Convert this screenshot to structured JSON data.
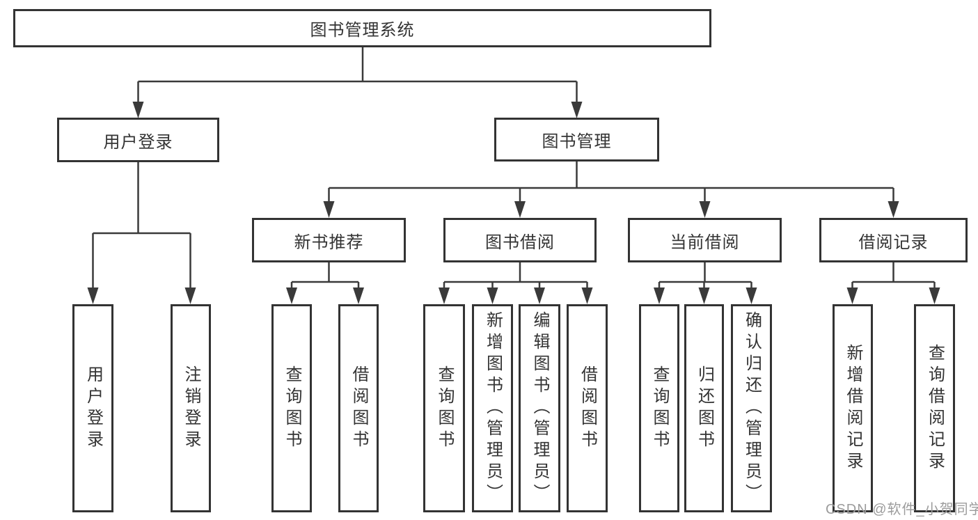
{
  "tree": {
    "root": {
      "label": "图书管理系统"
    },
    "branches": [
      {
        "label": "用户登录",
        "children": [
          {
            "label": "用户登录"
          },
          {
            "label": "注销登录"
          }
        ]
      },
      {
        "label": "图书管理",
        "children": [
          {
            "label": "新书推荐",
            "children": [
              {
                "label": "查询图书"
              },
              {
                "label": "借阅图书"
              }
            ]
          },
          {
            "label": "图书借阅",
            "children": [
              {
                "label": "查询图书"
              },
              {
                "label": "新增图书（管理员）"
              },
              {
                "label": "编辑图书（管理员）"
              },
              {
                "label": "借阅图书"
              }
            ]
          },
          {
            "label": "当前借阅",
            "children": [
              {
                "label": "查询图书"
              },
              {
                "label": "归还图书"
              },
              {
                "label": "确认归还（管理员）"
              }
            ]
          },
          {
            "label": "借阅记录",
            "children": [
              {
                "label": "新增借阅记录"
              },
              {
                "label": "查询借阅记录"
              }
            ]
          }
        ]
      }
    ]
  },
  "watermark": "CSDN @软件_小贺同学",
  "colors": {
    "box_border": "#333333",
    "text": "#333333",
    "connector": "#3a3a3a",
    "watermark": "#9c9c9c",
    "background": "#ffffff"
  }
}
